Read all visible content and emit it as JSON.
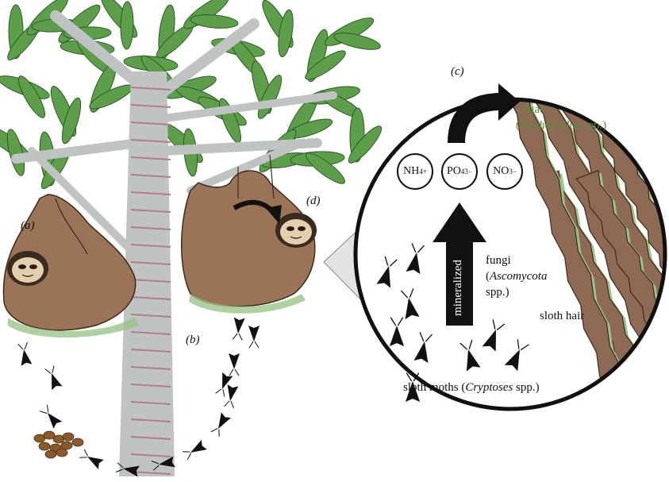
{
  "panels": {
    "a": "(a)",
    "b": "(b)",
    "c": "(c)",
    "d": "(d)"
  },
  "ions": {
    "nh4": {
      "base": "NH",
      "sub": "4",
      "sup": "+"
    },
    "po4": {
      "base": "PO",
      "sub": "4",
      "sup": "3−"
    },
    "no3": {
      "base": "NO",
      "sub": "3",
      "sup": "−"
    }
  },
  "labels": {
    "algae": "algae",
    "algae_taxon_open": "(",
    "algae_taxon": "Trichophilus",
    "algae_taxon_close": " spp.)",
    "fungi": "fungi",
    "fungi_taxon_open": "(",
    "fungi_taxon": "Ascomycota",
    "fungi_spp": "spp.)",
    "mineralized": "mineralized",
    "sloth_hair": "sloth hair",
    "moths": "sloth moths (",
    "moths_taxon": "Cryptoses",
    "moths_close": " spp.)"
  },
  "colors": {
    "leaf": "#5d9e4a",
    "trunk": "#bfc3c3",
    "fur": "#9b7356",
    "hair": "#8e6a54",
    "algae_green": "#9bc48a",
    "dung": "#8a5a2b"
  }
}
